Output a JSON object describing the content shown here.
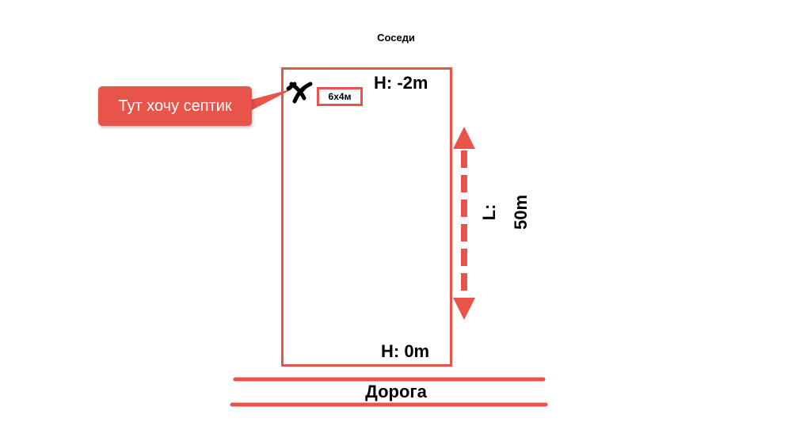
{
  "labels": {
    "neighbors": "Соседи",
    "callout": "Тут хочу септик",
    "septic_size": "6x4м",
    "height_top": "H: -2m",
    "height_bottom": "H: 0m",
    "length": "L: 50m",
    "road": "Дорога"
  },
  "colors": {
    "accent": "#e8534a",
    "text": "#000000",
    "callout_text": "#ffffff"
  },
  "icons": {
    "marker": "cross-mark-icon"
  }
}
